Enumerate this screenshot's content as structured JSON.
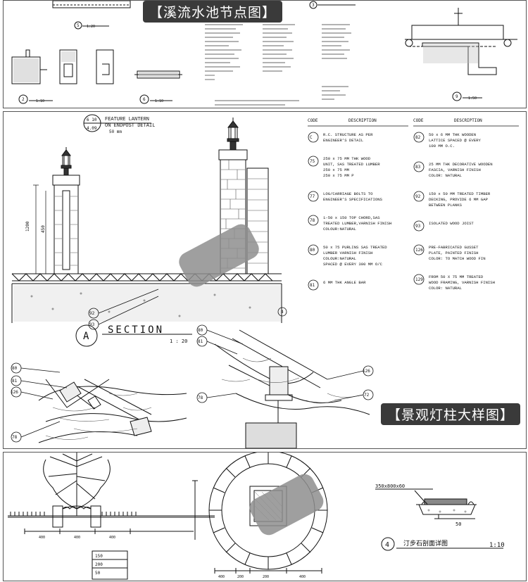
{
  "panels": {
    "top": {
      "banner": "【溪流水池节点图】",
      "scale_1": "1:20",
      "scale_2": "1:10",
      "scale_3": "1:10",
      "scale_4": "1:50",
      "detail_ids": [
        "5",
        "2",
        "6",
        "3",
        "9"
      ]
    },
    "middle": {
      "banner": "【景观灯柱大样图】",
      "callout_top": "6 10",
      "callout_bottom": "4.09",
      "lantern_title": "FEATURE LANTERN",
      "lantern_sub": "ON ENDPOST DETAIL",
      "lantern_scale": "50 mm",
      "section_letter": "A",
      "section_word": "SECTION",
      "section_scale": "1 : 20",
      "dims": [
        "1200",
        "450"
      ],
      "table": {
        "left_header": [
          "CODE",
          "DESCRIPTION"
        ],
        "right_header": [
          "CODE",
          "DESCRIPTION"
        ],
        "left_rows": [
          {
            "code": "C",
            "lines": [
              "R.C. STRUCTURE AS PER",
              "ENGINEER'S DETAIL"
            ]
          },
          {
            "code": "75",
            "lines": [
              "250 x 75 MM THK WOOD",
              "UNIT, SAS TREATED LUMBER",
              "250 x 75 MM",
              "250 x 75 MM P"
            ]
          },
          {
            "code": "77",
            "lines": [
              "LOG/CARRIAGE BOLTS TO",
              "ENGINEER'S SPECIFICATIONS"
            ]
          },
          {
            "code": "78",
            "lines": [
              "1-50 x 150 TOP CHORD,SAS",
              "TREATED LUMBER,VARNISH FINISH",
              "COLOUR:NATURAL"
            ]
          },
          {
            "code": "80",
            "lines": [
              "50 x 75 PURLINS SAS TREATED",
              "LUMBER VARNISH FINISH",
              "COLOUR:NATURAL",
              "SPACED @ EVERY 300 MM O/C"
            ]
          },
          {
            "code": "81",
            "lines": [
              "6 MM THK ANGLE BAR"
            ]
          }
        ],
        "right_rows": [
          {
            "code": "82",
            "lines": [
              "50 x 6 MM THK WOODEN",
              "LATTICE SPACED @ EVERY",
              "100 MM O.C."
            ]
          },
          {
            "code": "83",
            "lines": [
              "25 MM THK DECORATIVE WOODEN",
              "FASCIA, VARNISH FINISH",
              "COLOR: NATURAL"
            ]
          },
          {
            "code": "92",
            "lines": [
              "150 x 50 MM TREATED TIMBER",
              "DECKING, PROVIDE 6 MM GAP",
              "BETWEEN PLANKS"
            ]
          },
          {
            "code": "93",
            "lines": [
              "ISOLATED WOOD JOIST"
            ]
          },
          {
            "code": "126",
            "lines": [
              "PRE-FABRICATED GUSSET",
              "PLATE, PAINTED FINISH",
              "COLOR: TO MATCH WOOD FIN"
            ]
          },
          {
            "code": "129",
            "lines": [
              "FROM 50 X 75 MM TREATED",
              "WOOD FRAMING, VARNISH FINISH",
              "COLOR: NATURAL"
            ]
          }
        ]
      },
      "callouts": [
        "80",
        "81",
        "126",
        "78",
        "92",
        "93",
        "4",
        "72",
        "78"
      ]
    },
    "bottom": {
      "label_top": "350x800x60",
      "label_bottom": "50",
      "detail_no": "4",
      "detail_title": "汀步石剖面详图",
      "detail_scale": "1:10",
      "layers": [
        "150",
        "200",
        "50"
      ],
      "dims_left": [
        "400",
        "400",
        "400"
      ],
      "dims_right": [
        "400",
        "200",
        "200",
        "400"
      ]
    }
  }
}
